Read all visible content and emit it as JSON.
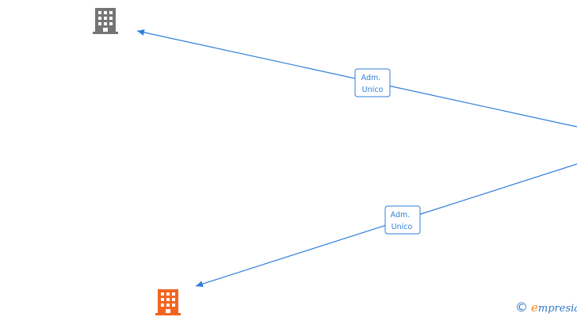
{
  "diagram": {
    "edges": [
      {
        "label_line1": "Adm.",
        "label_line2": "Unico"
      },
      {
        "label_line1": "Adm.",
        "label_line2": "Unico"
      }
    ],
    "nodes": [
      {
        "icon": "building-icon",
        "color": "#757575"
      },
      {
        "icon": "building-icon",
        "color": "#f26522"
      }
    ],
    "colors": {
      "edge": "#2f7fd8",
      "label_border": "#2f7fd8",
      "label_text": "#2f7fd8"
    }
  },
  "watermark": {
    "copyright": "©",
    "brand_initial": "e",
    "brand_rest": "mpresia",
    "brand_color": "#2f78c4",
    "brand_initial_color": "#f08a1c"
  }
}
